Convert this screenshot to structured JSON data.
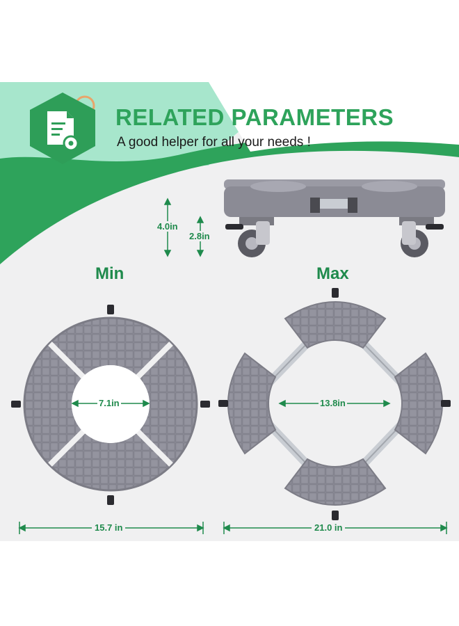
{
  "header": {
    "title": "RELATED PARAMETERS",
    "subtitle": "A good helper for all your needs !"
  },
  "side_view": {
    "total_height": "4.0in",
    "base_height": "2.8in"
  },
  "min_config": {
    "label": "Min",
    "inner_diameter": "7.1in",
    "outer_diameter": "15.7 in"
  },
  "max_config": {
    "label": "Max",
    "inner_diameter": "13.8in",
    "outer_diameter": "21.0 in"
  },
  "colors": {
    "accent_green": "#2ea35b",
    "dark_green": "#1f8a4c",
    "mint": "#a7e6cc",
    "product_gray": "#8e8e99",
    "panel_bg": "#f0f0f1"
  },
  "icons": [
    "document-gear-icon"
  ]
}
